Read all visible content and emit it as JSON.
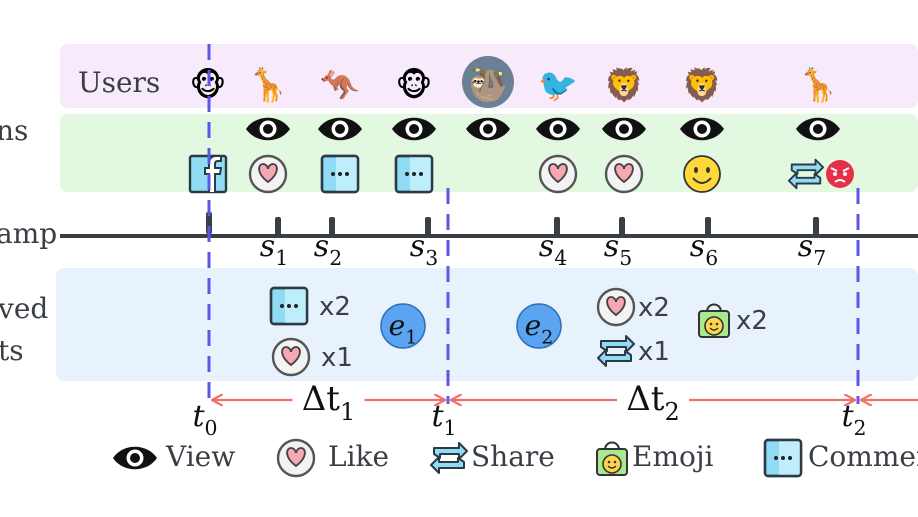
{
  "rows": {
    "users_label": "Users",
    "interactions_label": "ns",
    "timestamp_label": "amp",
    "observed_label_1": "ved",
    "observed_label_2": "ts"
  },
  "colors": {
    "users_band": "#f7eafa",
    "interactions_band": "#e3f8e1",
    "observed_band": "#e8f2fd",
    "timeline": "#3a3f46",
    "boundary": "#5b56e6",
    "interval_arrow": "#ef6f6a",
    "event_bubble": "#5aa4f2"
  },
  "users": [
    {
      "icon": "monkey-icon",
      "glyph": "🐵"
    },
    {
      "icon": "giraffe-icon",
      "glyph": "🦒"
    },
    {
      "icon": "kangaroo-icon",
      "glyph": "🦘"
    },
    {
      "icon": "monkey-icon",
      "glyph": "🐵"
    },
    {
      "icon": "sloth-avatar-icon",
      "glyph": "🦥"
    },
    {
      "icon": "toucan-icon",
      "glyph": "🐦"
    },
    {
      "icon": "lion-icon",
      "glyph": "🦁"
    },
    {
      "icon": "lion-face-icon",
      "glyph": "🦁"
    },
    {
      "icon": "giraffe-icon",
      "glyph": "🦒"
    }
  ],
  "interactions": [
    {
      "view": false,
      "action": "facebook-icon"
    },
    {
      "view": true,
      "action": "like-icon"
    },
    {
      "view": true,
      "action": "comment-icon"
    },
    {
      "view": true,
      "action": "comment-icon"
    },
    {
      "view": true,
      "action": null
    },
    {
      "view": true,
      "action": "like-icon"
    },
    {
      "view": true,
      "action": "like-icon"
    },
    {
      "view": true,
      "action": "emoji-smile-icon"
    },
    {
      "view": true,
      "action": "share-angry-icon"
    }
  ],
  "steps": [
    {
      "base": "s",
      "sub": "1"
    },
    {
      "base": "s",
      "sub": "2"
    },
    {
      "base": "s",
      "sub": "3"
    },
    {
      "base": "s",
      "sub": "4"
    },
    {
      "base": "s",
      "sub": "5"
    },
    {
      "base": "s",
      "sub": "6"
    },
    {
      "base": "s",
      "sub": "7"
    }
  ],
  "boundaries": [
    {
      "base": "t",
      "sub": "0"
    },
    {
      "base": "t",
      "sub": "1"
    },
    {
      "base": "t",
      "sub": "2"
    }
  ],
  "intervals": [
    {
      "base": "Δt",
      "sub": "1"
    },
    {
      "base": "Δt",
      "sub": "2"
    }
  ],
  "events": [
    {
      "base": "e",
      "sub": "1"
    },
    {
      "base": "e",
      "sub": "2"
    }
  ],
  "observed": {
    "interval1": [
      {
        "icon": "comment-icon",
        "count": "x2"
      },
      {
        "icon": "like-icon",
        "count": "x1"
      }
    ],
    "interval2": [
      {
        "icon": "like-icon",
        "count": "x2"
      },
      {
        "icon": "share-icon",
        "count": "x1"
      },
      {
        "icon": "emoji-bag-icon",
        "count": "x2"
      }
    ]
  },
  "legend": [
    {
      "icon": "view-icon",
      "label": "View"
    },
    {
      "icon": "like-icon",
      "label": "Like"
    },
    {
      "icon": "share-icon",
      "label": "Share"
    },
    {
      "icon": "emoji-bag-icon",
      "label": "Emoji"
    },
    {
      "icon": "comment-icon",
      "label": "Commen"
    }
  ]
}
